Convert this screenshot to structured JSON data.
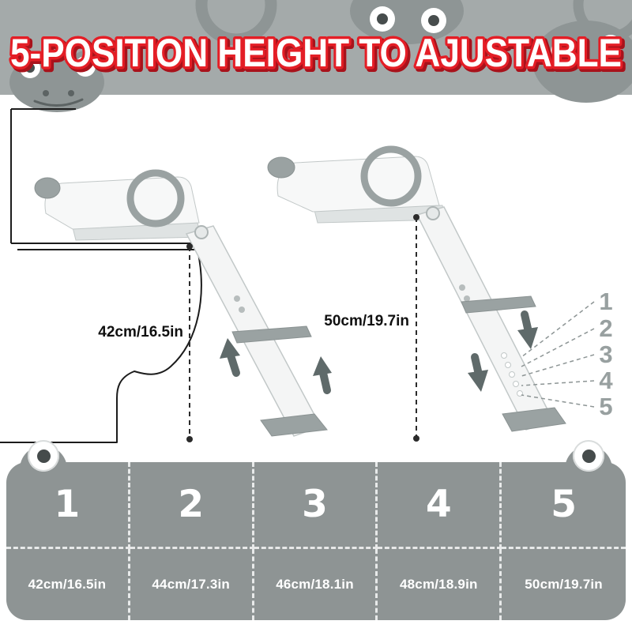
{
  "header": {
    "title": "5-POSITION HEIGHT TO AJUSTABLE"
  },
  "diagram": {
    "left_unit": {
      "height_label": "42cm/16.5in"
    },
    "right_unit": {
      "height_label": "50cm/19.7in"
    },
    "position_markers": [
      "1",
      "2",
      "3",
      "4",
      "5"
    ]
  },
  "table": {
    "positions": [
      "1",
      "2",
      "3",
      "4",
      "5"
    ],
    "heights": [
      "42cm/16.5in",
      "44cm/17.3in",
      "46cm/18.1in",
      "48cm/18.9in",
      "50cm/19.7in"
    ]
  },
  "colors": {
    "banner_gray": "#a4aaaa",
    "frog_gray": "#8e9595",
    "panel_gray": "#8e9494",
    "title_fill": "#ffffff",
    "title_outline": "#e41e26",
    "title_shadow": "#a8121b",
    "ladder_gray": "#9aa2a2",
    "arrow_dark": "#5f6a6a"
  }
}
